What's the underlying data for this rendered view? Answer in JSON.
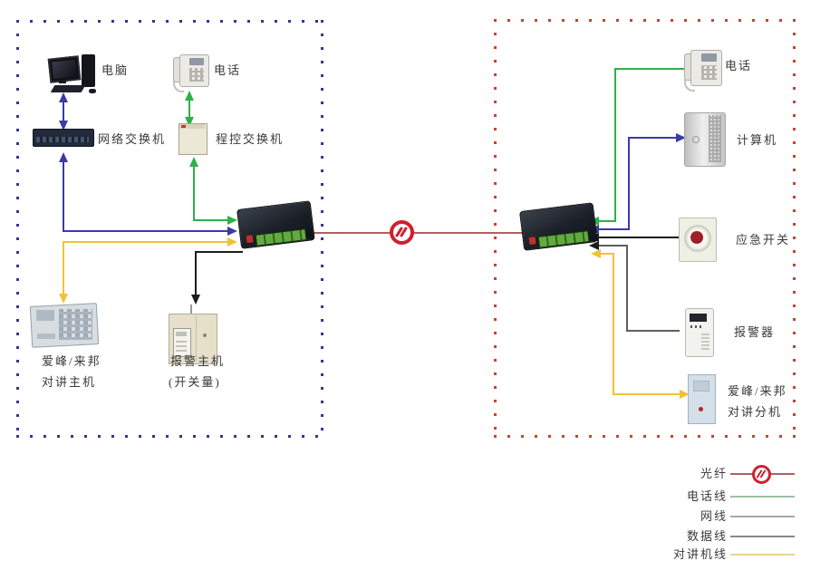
{
  "zones": {
    "left": {
      "computer": "电脑",
      "phone": "电话",
      "network_switch": "网络交换机",
      "pbx": "程控交换机",
      "intercom_host_line1": "爱峰/来邦",
      "intercom_host_line2": "对讲主机",
      "alarm_host_line1": "报警主机",
      "alarm_host_line2": "(开关量)"
    },
    "right": {
      "phone": "电话",
      "computer": "计算机",
      "emergency_switch": "应急开关",
      "alarm": "报警器",
      "intercom_ext_line1": "爱峰/来邦",
      "intercom_ext_line2": "对讲分机"
    }
  },
  "legend": {
    "fiber": "光纤",
    "phone_line": "电话线",
    "network_line": "网线",
    "data_line": "数据线",
    "intercom_line": "对讲机线"
  },
  "colors": {
    "network_cable": "#3a3aa8",
    "phone_cable": "#2fb04a",
    "intercom_cable": "#f0c335",
    "data_cable": "#1c1c1c",
    "alarm_data_cable": "#5f5f5f",
    "fiber_line": "#b2605f",
    "fiber_icon": "#cf1f2e",
    "left_zone_dots": "#2d3a90",
    "right_zone_dots": "#c7432f",
    "legend_phone_line": "#9dbfa5",
    "legend_network_line": "#a8a8a8",
    "legend_data_line": "#8a8a8a",
    "legend_intercom_line": "#e7d68e"
  }
}
